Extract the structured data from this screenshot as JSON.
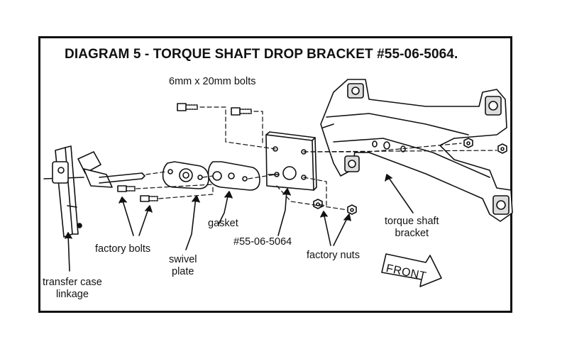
{
  "title": "DIAGRAM 5 - TORQUE SHAFT DROP BRACKET #55-06-5064.",
  "labels": {
    "bolts_6mm": "6mm x 20mm bolts",
    "factory_bolts": "factory bolts",
    "swivel_line1": "swivel",
    "swivel_line2": "plate",
    "gasket": "gasket",
    "part_number": "#55-06-5064",
    "factory_nuts": "factory nuts",
    "torque_line1": "torque shaft",
    "torque_line2": "bracket",
    "transfer_line1": "transfer case",
    "transfer_line2": "linkage",
    "front_arrow": "FRONT"
  },
  "colors": {
    "ink": "#111111",
    "paper": "#ffffff"
  }
}
